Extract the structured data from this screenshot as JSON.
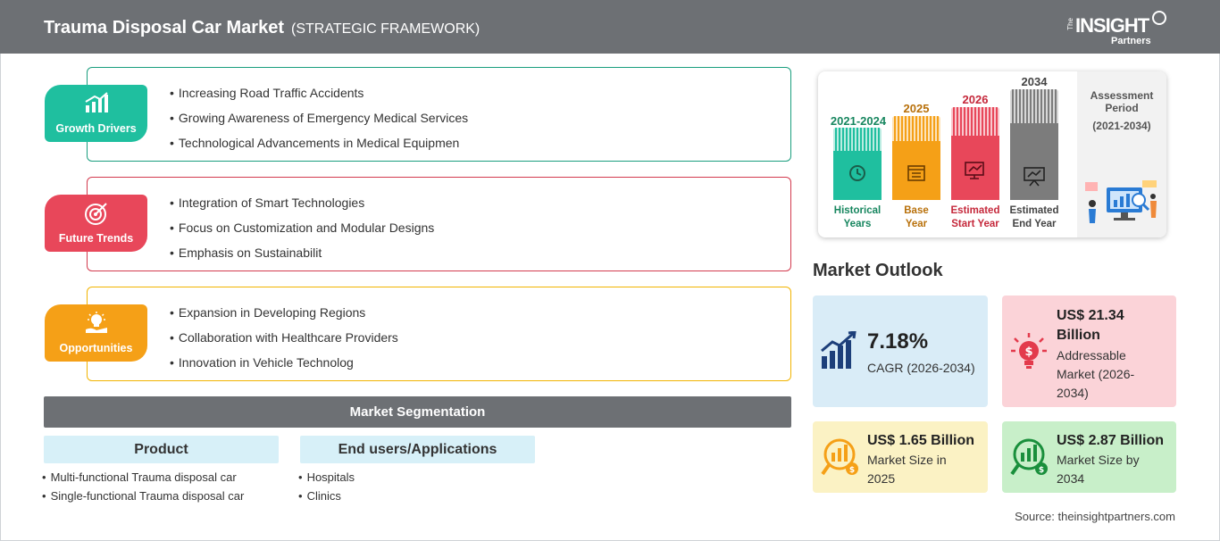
{
  "header": {
    "title": "Trauma Disposal Car Market",
    "subtitle": "(STRATEGIC FRAMEWORK)",
    "logo": {
      "the": "The",
      "insight": "INSIGHT",
      "partners": "Partners"
    }
  },
  "framework": [
    {
      "label": "Growth Drivers",
      "color": "#1fbf9f",
      "border": "#1a9e7e",
      "items": [
        "Increasing Road Traffic Accidents",
        "Growing Awareness of Emergency Medical Services",
        "Technological Advancements in Medical Equipmen"
      ]
    },
    {
      "label": "Future Trends",
      "color": "#e8475a",
      "border": "#d33a4e",
      "items": [
        "Integration of Smart Technologies",
        "Focus on Customization and Modular Designs",
        "Emphasis on Sustainabilit"
      ]
    },
    {
      "label": "Opportunities",
      "color": "#f5a017",
      "border": "#f2b400",
      "items": [
        "Expansion in Developing Regions",
        "Collaboration with Healthcare Providers",
        "Innovation in Vehicle Technolog"
      ]
    }
  ],
  "segmentation": {
    "title": "Market Segmentation",
    "columns": [
      {
        "heading": "Product",
        "items": [
          "Multi-functional Trauma disposal car",
          "Single-functional Trauma disposal car"
        ]
      },
      {
        "heading": "End users/Applications",
        "items": [
          "Hospitals",
          "Clinics"
        ]
      }
    ]
  },
  "timeline": {
    "periods": [
      {
        "year": "2021-2024",
        "caption_1": "Historical",
        "caption_2": "Years",
        "color": "#1fbf9f",
        "text_color": "#17865f"
      },
      {
        "year": "2025",
        "caption_1": "Base",
        "caption_2": "Year",
        "color": "#f5a017",
        "text_color": "#b8700a"
      },
      {
        "year": "2026",
        "caption_1": "Estimated",
        "caption_2": "Start Year",
        "color": "#e8475a",
        "text_color": "#c5283b"
      },
      {
        "year": "2034",
        "caption_1": "Estimated",
        "caption_2": "End Year",
        "color": "#7c7c7c",
        "text_color": "#444444"
      }
    ],
    "assessment_1": "Assessment",
    "assessment_2": "Period",
    "assessment_range": "(2021-2034)"
  },
  "outlook": {
    "title": "Market Outlook",
    "cagr": {
      "value": "7.18%",
      "label": "CAGR (2026-2034)",
      "bg": "#d9ecf7"
    },
    "addressable": {
      "value_1": "US$ 21.34",
      "value_2": "Billion",
      "label_1": "Addressable",
      "label_2": "Market (2026-",
      "label_3": "2034)",
      "bg": "#fbd3d8"
    },
    "size_base": {
      "value": "US$ 1.65 Billion",
      "label_1": "Market Size in",
      "label_2": "2025",
      "bg": "#fbf2c4"
    },
    "size_end": {
      "value": "US$ 2.87 Billion",
      "label_1": "Market Size by",
      "label_2": "2034",
      "bg": "#c8efc9"
    }
  },
  "source": "Source: theinsightpartners.com"
}
